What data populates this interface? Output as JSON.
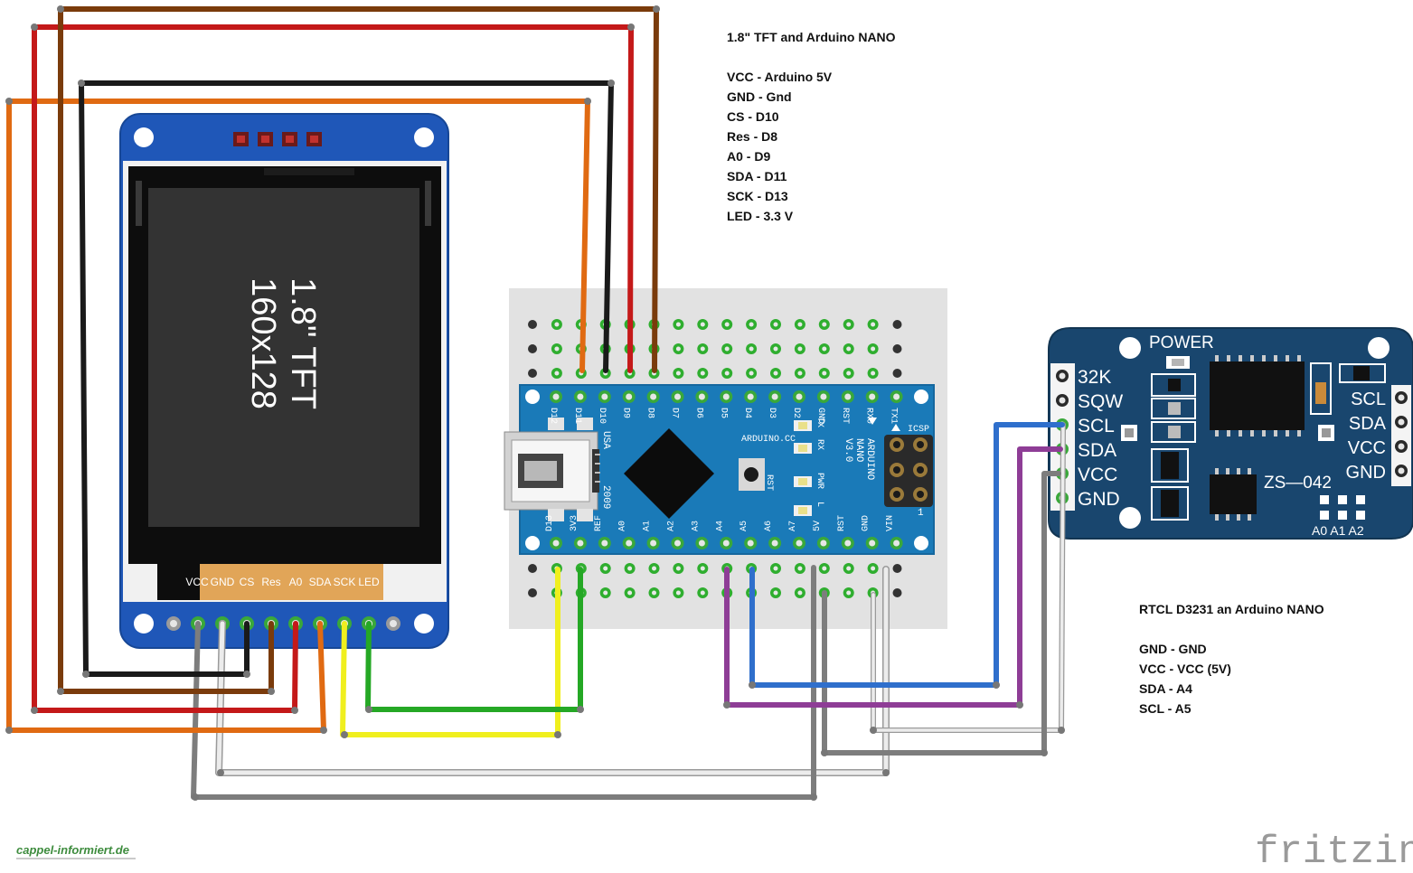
{
  "tft_notes": {
    "title": "1.8\" TFT and Arduino NANO",
    "lines": [
      "VCC - Arduino 5V",
      "GND - Gnd",
      "CS - D10",
      "Res - D8",
      "A0 - D9",
      "SDA - D11",
      "SCK - D13",
      "LED - 3.3 V"
    ]
  },
  "rtc_notes": {
    "title": "RTCL  D3231 an Arduino NANO",
    "lines": [
      "GND - GND",
      "VCC - VCC (5V)",
      "SDA - A4",
      "SCL - A5"
    ]
  },
  "tft": {
    "screen_line1": "1.8\" TFT",
    "screen_line2": "160x128",
    "pins": [
      "VCC",
      "GND",
      "CS",
      "Res",
      "A0",
      "SDA",
      "SCK",
      "LED"
    ]
  },
  "nano": {
    "top_pins": [
      "D12",
      "D11",
      "D10",
      "D9",
      "D8",
      "D7",
      "D6",
      "D5",
      "D4",
      "D3",
      "D2",
      "GND",
      "RST",
      "RX0",
      "TX1"
    ],
    "bottom_pins": [
      "D13",
      "3V3",
      "REF",
      "A0",
      "A1",
      "A2",
      "A3",
      "A4",
      "A5",
      "A6",
      "A7",
      "5V",
      "RST",
      "GND",
      "VIN"
    ],
    "brand": "ARDUINO.CC",
    "model_lines": [
      "ARDUINO",
      "NANO",
      "V3.0"
    ],
    "usa": "USA",
    "year": "2009",
    "icsp": "ICSP",
    "rst": "RST",
    "leds": [
      "TX",
      "RX",
      "PWR",
      "L"
    ],
    "icsp_pin1": "1"
  },
  "rtc": {
    "power": "POWER",
    "left_pins": [
      "32K",
      "SQW",
      "SCL",
      "SDA",
      "VCC",
      "GND"
    ],
    "right_pins": [
      "SCL",
      "SDA",
      "VCC",
      "GND"
    ],
    "model": "ZS—042",
    "addr": "A0 A1 A2"
  },
  "watermark_left": "cappel-informiert.de",
  "watermark_right": "fritzing",
  "colors": {
    "red": "#c41919",
    "brown": "#7a3b0b",
    "black": "#1a1a1a",
    "orange": "#e06a12",
    "yellow": "#f0ef1e",
    "green": "#25a825",
    "blue": "#2f6fcc",
    "purple": "#8e3d96",
    "gray": "#7d7d7d",
    "white_wire": "#e4e4e4",
    "tft_pcb": "#1f57b8",
    "rtc_pcb": "#19466e",
    "nano_pcb": "#1a7ab8"
  }
}
